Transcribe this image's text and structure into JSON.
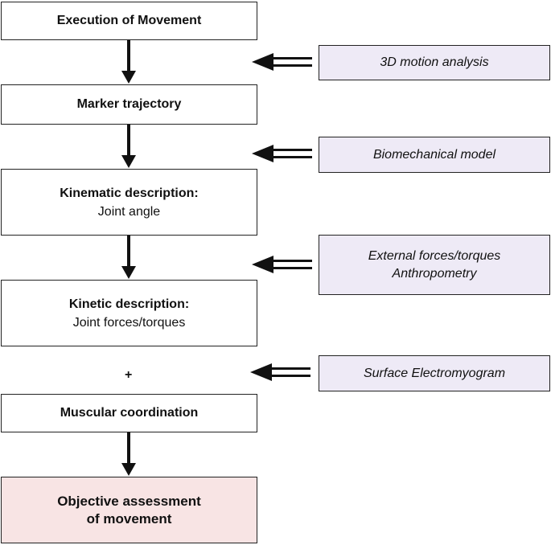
{
  "flow_steps": [
    {
      "title": "Execution of Movement"
    },
    {
      "title": "Marker trajectory"
    },
    {
      "title": "Kinematic description:",
      "subtitle": "Joint angle"
    },
    {
      "title": "Kinetic description:",
      "subtitle": "Joint forces/torques"
    },
    {
      "title": "Muscular coordination"
    },
    {
      "title": "Objective assessment",
      "subtitle": "of movement"
    }
  ],
  "plus_sign": "+",
  "inputs": [
    {
      "lines": [
        "3D motion analysis"
      ]
    },
    {
      "lines": [
        "Biomechanical model"
      ]
    },
    {
      "lines": [
        "External forces/torques",
        "Anthropometry"
      ]
    },
    {
      "lines": [
        "Surface Electromyogram"
      ]
    }
  ],
  "colors": {
    "input_fill": "#eeeaf6",
    "final_fill": "#f8e4e4",
    "arrow": "#111111"
  }
}
